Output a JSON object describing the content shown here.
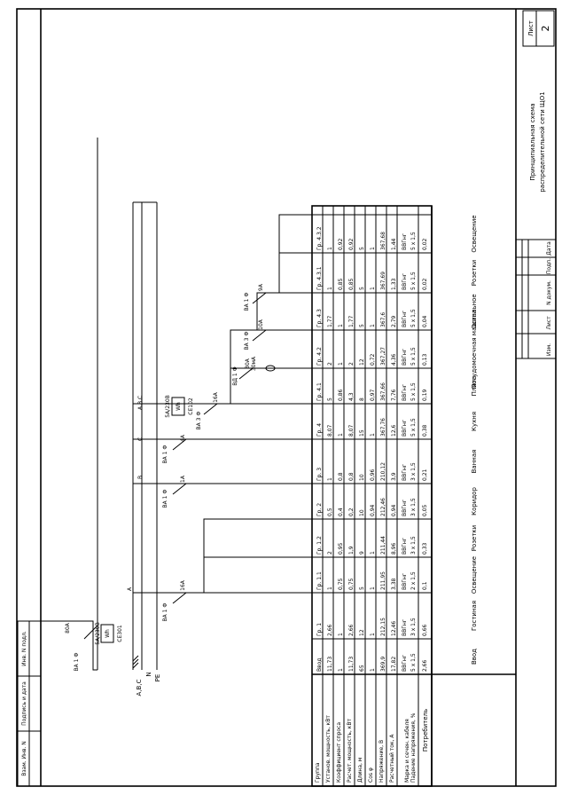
{
  "stamp": {
    "sheet_label": "Лист",
    "sheet_no": "2",
    "title_line1": "Принципиальная схема",
    "title_line2": "распределительной сети ЩО1",
    "cols": [
      "Изм.",
      "Лист",
      "N докум.",
      "Подп.",
      "Дата"
    ]
  },
  "left_strip": [
    "Взам. Инв. N",
    "Подпись и дата",
    "Инв. N подл."
  ],
  "row_headers": [
    "Группа",
    "Установ. мощность, кВт",
    "Коэффициент спроса",
    "Расчет. мощность, кВт",
    "Длина, м",
    "Cos φ",
    "Напряжение, В",
    "Расчетный ток, А",
    "Марка и сечен. кабеля",
    "Падение напряжения, %",
    "Потребитель"
  ],
  "columns": [
    {
      "group": "Ввод",
      "p_inst": "11,73",
      "kc": "1",
      "p_calc": "11,73",
      "len": "65",
      "cos": "1",
      "u": "369,9",
      "i": "17,82",
      "cable1": "ВВГнг",
      "cable2": "5 х 1,5",
      "du": "2,66",
      "consumer": "Ввод"
    },
    {
      "group": "Гр. 1",
      "p_inst": "2,66",
      "kc": "1",
      "p_calc": "2,66",
      "len": "12",
      "cos": "1",
      "u": "212,15",
      "i": "12,46",
      "cable1": "ВВГнг",
      "cable2": "3 х 1,5",
      "du": "0,66",
      "consumer": "Гостиная"
    },
    {
      "group": "Гр. 1.1",
      "p_inst": "1",
      "kc": "0,75",
      "p_calc": "0,75",
      "len": "5",
      "cos": "1",
      "u": "211,95",
      "i": "3,38",
      "cable1": "ВВГнг",
      "cable2": "2 х 1,5",
      "du": "0,1",
      "consumer": "Освещение"
    },
    {
      "group": "Гр. 1.2",
      "p_inst": "2",
      "kc": "0,95",
      "p_calc": "1,9",
      "len": "9",
      "cos": "1",
      "u": "211,44",
      "i": "8,96",
      "cable1": "ВВГнг",
      "cable2": "3 х 1,5",
      "du": "0,33",
      "consumer": "Розетки"
    },
    {
      "group": "Гр. 2",
      "p_inst": "0,5",
      "kc": "0,4",
      "p_calc": "0,2",
      "len": "10",
      "cos": "0,94",
      "u": "212,46",
      "i": "0,94",
      "cable1": "ВВГнг",
      "cable2": "3 х 1,5",
      "du": "0,05",
      "consumer": "Коридор"
    },
    {
      "group": "Гр. 3",
      "p_inst": "1",
      "kc": "0,8",
      "p_calc": "0,8",
      "len": "10",
      "cos": "0,96",
      "u": "210,12",
      "i": "3,9",
      "cable1": "ВВГнг",
      "cable2": "3 х 1,5",
      "du": "0,21",
      "consumer": "Ванная"
    },
    {
      "group": "Гр. 4",
      "p_inst": "8,07",
      "kc": "1",
      "p_calc": "8,07",
      "len": "15",
      "cos": "1",
      "u": "367,76",
      "i": "12,6",
      "cable1": "ВВГнг",
      "cable2": "5 х 1,5",
      "du": "0,38",
      "consumer": "Кухня"
    },
    {
      "group": "Гр. 4.1",
      "p_inst": "5",
      "kc": "0,86",
      "p_calc": "4,3",
      "len": "8",
      "cos": "0,97",
      "u": "367,66",
      "i": "7,76",
      "cable1": "ВВГнг",
      "cable2": "5 х 1,5",
      "du": "0,19",
      "consumer": "Плита"
    },
    {
      "group": "Гр. 4.2",
      "p_inst": "2",
      "kc": "1",
      "p_calc": "2",
      "len": "12",
      "cos": "0,72",
      "u": "367,27",
      "i": "4,36",
      "cable1": "ВВГнг",
      "cable2": "5 х 1,5",
      "du": "0,13",
      "consumer": "Посудомоечная машина"
    },
    {
      "group": "Гр. 4.3",
      "p_inst": "1,77",
      "kc": "1",
      "p_calc": "1,77",
      "len": "5",
      "cos": "1",
      "u": "367,6",
      "i": "2,79",
      "cable1": "ВВГнг",
      "cable2": "5 х 1,5",
      "du": "0,04",
      "consumer": "Остальное"
    },
    {
      "group": "Гр. 4.3.1",
      "p_inst": "1",
      "kc": "0,85",
      "p_calc": "0,85",
      "len": "5",
      "cos": "1",
      "u": "367,69",
      "i": "1,33",
      "cable1": "ВВГнг",
      "cable2": "5 х 1,5",
      "du": "0,02",
      "consumer": "Розетки"
    },
    {
      "group": "Гр. 4.3.2",
      "p_inst": "1",
      "kc": "0,92",
      "p_calc": "0,92",
      "len": "5",
      "cos": "1",
      "u": "367,68",
      "i": "1,44",
      "cable1": "ВВГнг",
      "cable2": "5 х 1,5",
      "du": "0,02",
      "consumer": "Освещение"
    }
  ],
  "schematic": {
    "bus_label": "A,B,C",
    "n_label": "N",
    "pe_label": "PE",
    "main_breaker": "ВА 1 Ф",
    "main_rating": "80А",
    "meter_model": "СЕ301",
    "meter_rating": "5А/230В",
    "meter_symbol": "Wh",
    "phase_a": "A",
    "phase_b": "B",
    "phase_c": "C",
    "phase_abc": "A,B,C",
    "br_g1": {
      "name": "ВА 1 Ф",
      "rating": "16А"
    },
    "br_g2": {
      "name": "ВА 1 Ф",
      "rating": "1А"
    },
    "br_g3": {
      "name": "ВА 1 Ф",
      "rating": "4А"
    },
    "br_g4": {
      "name": "ВА 3 Ф",
      "rating": "16А"
    },
    "meter2_model": "СЕ102",
    "meter2_rating": "5А/230В",
    "rcd": {
      "name": "ВД 1 Ф",
      "rating1": "30А",
      "rating2": "30мА"
    },
    "br_g42": {
      "name": "ВА 3 Ф",
      "rating": "10А"
    },
    "br_g43": {
      "name": "ВА 1 Ф",
      "rating": "9А"
    }
  }
}
